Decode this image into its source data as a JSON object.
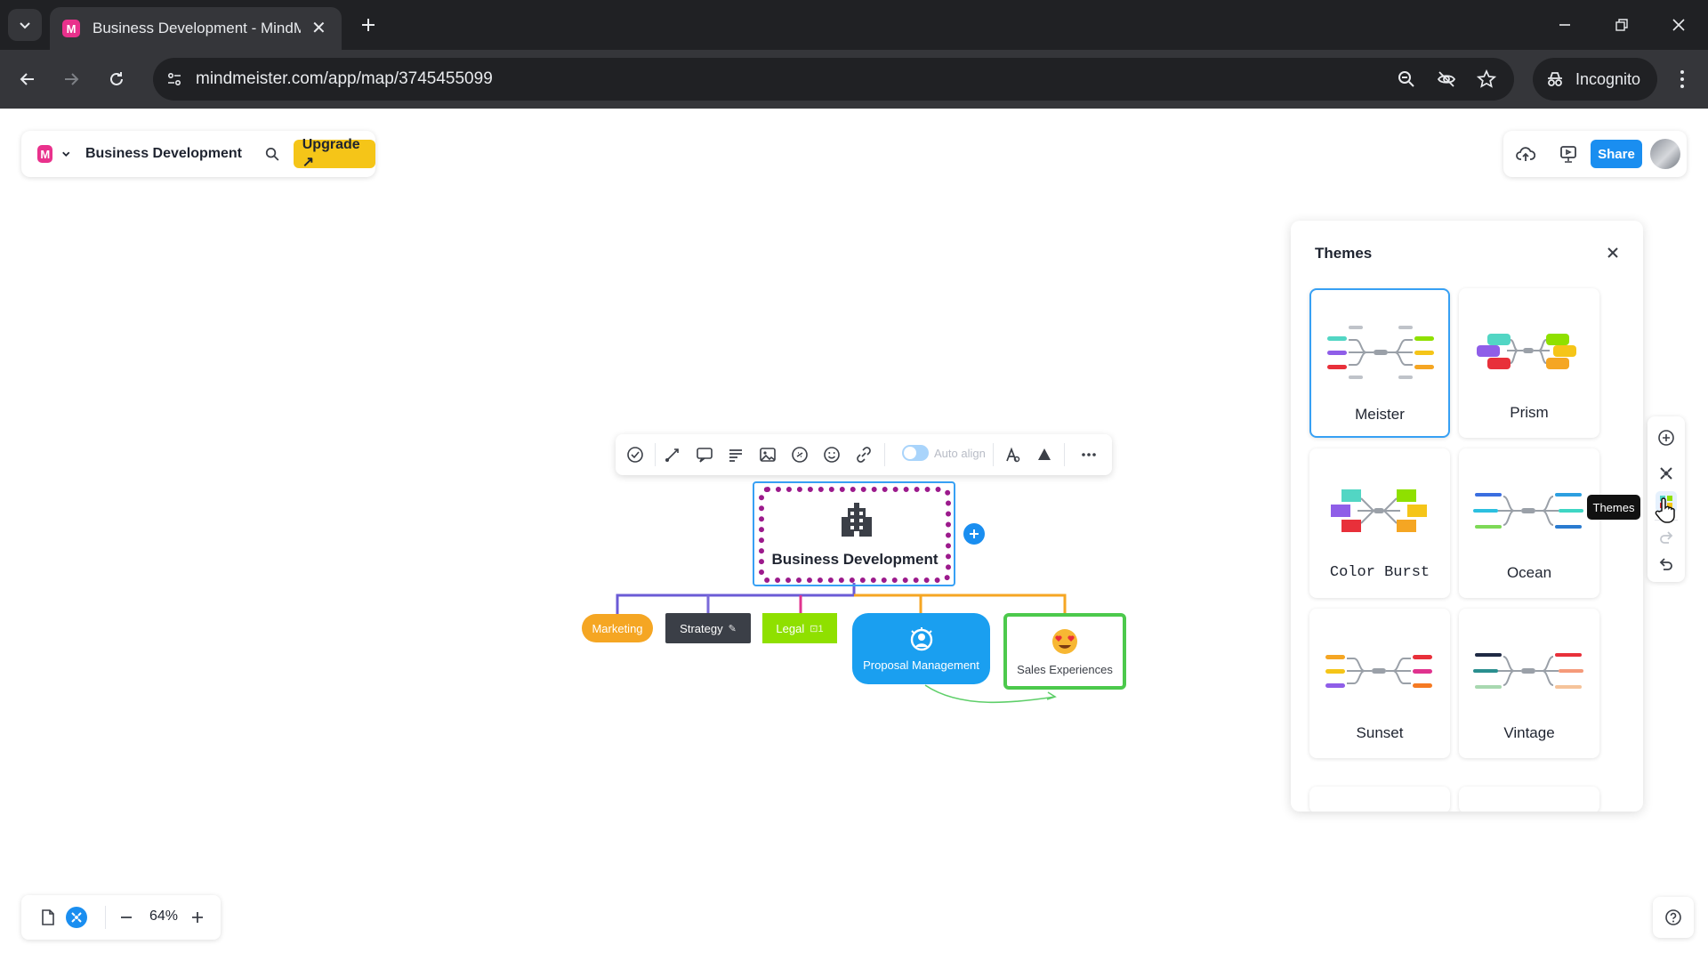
{
  "browser": {
    "tab_title": "Business Development - MindM",
    "favicon_letter": "M",
    "url": "mindmeister.com/app/map/3745455099",
    "incognito_label": "Incognito",
    "tab_close": "✕",
    "icons": [
      "tab-search",
      "new-tab",
      "minimize",
      "restore",
      "close",
      "back",
      "forward",
      "reload",
      "site-settings",
      "zoom",
      "eye-off",
      "star",
      "incognito",
      "kebab-menu"
    ]
  },
  "header": {
    "logo_letter": "M",
    "map_title": "Business Development",
    "upgrade_label": "Upgrade ↗",
    "share_label": "Share"
  },
  "node_toolbar": {
    "auto_align_label": "Auto align",
    "icons": [
      "check-circle",
      "connect",
      "comment",
      "notes",
      "image",
      "link-embed",
      "emoji",
      "link",
      "style",
      "color",
      "more"
    ]
  },
  "mindmap": {
    "root": "Business Development",
    "children": [
      {
        "label": "Marketing"
      },
      {
        "label": "Strategy",
        "tail": "✎"
      },
      {
        "label": "Legal",
        "tail": "⊡1"
      },
      {
        "label": "Proposal Management"
      },
      {
        "label": "Sales Experiences"
      }
    ],
    "colors": {
      "root_border": "#9c1a8c",
      "marketing": "#f5a623",
      "strategy": "#3b3f47",
      "legal": "#8fe000",
      "proposal": "#1a9ff0",
      "sales_border": "#4cc94c"
    }
  },
  "themes_panel": {
    "title": "Themes",
    "selected": "Meister",
    "themes": [
      {
        "name": "Meister"
      },
      {
        "name": "Prism"
      },
      {
        "name": "Color Burst"
      },
      {
        "name": "Ocean"
      },
      {
        "name": "Sunset"
      },
      {
        "name": "Vintage"
      }
    ]
  },
  "right_rail": {
    "tooltip": "Themes"
  },
  "zoom": {
    "value": "64%"
  },
  "colors": {
    "accent": "#1a8ef0",
    "upgrade": "#f5c518",
    "brand": "#e9318c"
  }
}
